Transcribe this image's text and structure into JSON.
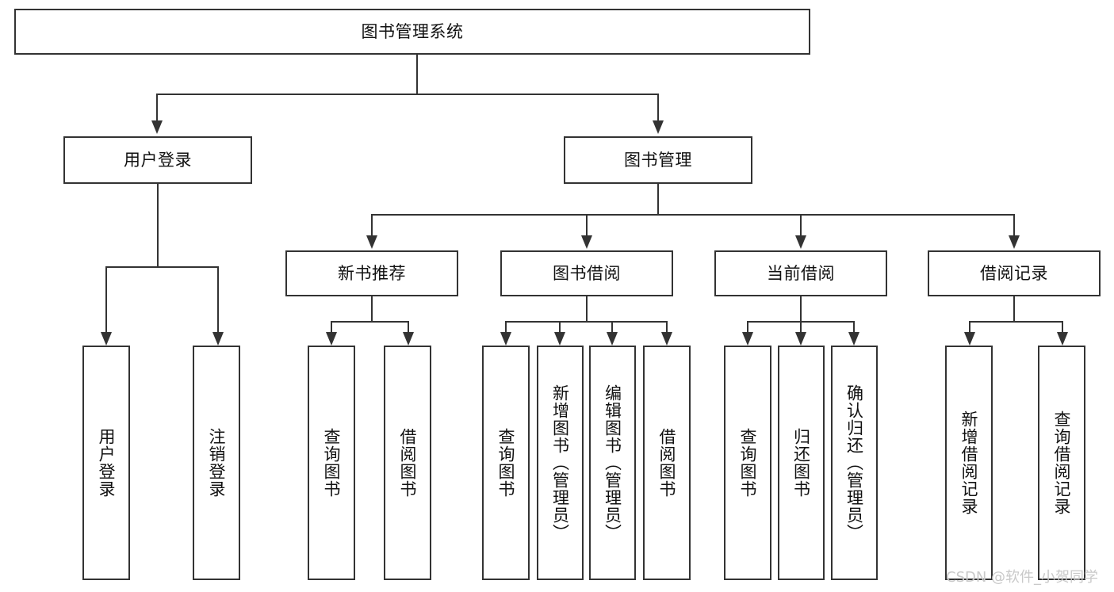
{
  "diagram": {
    "type": "hierarchy-tree",
    "title": "图书管理系统",
    "root": {
      "id": "root",
      "label": "图书管理系统"
    },
    "level2": [
      {
        "id": "user-login",
        "label": "用户登录"
      },
      {
        "id": "book-management",
        "label": "图书管理"
      }
    ],
    "level3": [
      {
        "id": "new-book-recommend",
        "label": "新书推荐",
        "parent": "book-management"
      },
      {
        "id": "book-borrow",
        "label": "图书借阅",
        "parent": "book-management"
      },
      {
        "id": "current-borrow",
        "label": "当前借阅",
        "parent": "book-management"
      },
      {
        "id": "borrow-record",
        "label": "借阅记录",
        "parent": "book-management"
      }
    ],
    "leaves": [
      {
        "id": "leaf-user-login",
        "label": "用户登录",
        "parent": "user-login"
      },
      {
        "id": "leaf-logout",
        "label": "注销登录",
        "parent": "user-login"
      },
      {
        "id": "leaf-query-book-1",
        "label": "查询图书",
        "parent": "new-book-recommend"
      },
      {
        "id": "leaf-borrow-book-1",
        "label": "借阅图书",
        "parent": "new-book-recommend"
      },
      {
        "id": "leaf-query-book-2",
        "label": "查询图书",
        "parent": "book-borrow"
      },
      {
        "id": "leaf-add-book",
        "label": "新增图书（管理员）",
        "parent": "book-borrow"
      },
      {
        "id": "leaf-edit-book",
        "label": "编辑图书（管理员）",
        "parent": "book-borrow"
      },
      {
        "id": "leaf-borrow-book-2",
        "label": "借阅图书",
        "parent": "book-borrow"
      },
      {
        "id": "leaf-query-book-3",
        "label": "查询图书",
        "parent": "current-borrow"
      },
      {
        "id": "leaf-return-book",
        "label": "归还图书",
        "parent": "current-borrow"
      },
      {
        "id": "leaf-confirm-return",
        "label": "确认归还（管理员）",
        "parent": "current-borrow"
      },
      {
        "id": "leaf-add-record",
        "label": "新增借阅记录",
        "parent": "borrow-record"
      },
      {
        "id": "leaf-query-record",
        "label": "查询借阅记录",
        "parent": "borrow-record"
      }
    ],
    "watermark": "CSDN @软件_小贺同学",
    "colors": {
      "stroke": "#333333",
      "fill": "#ffffff",
      "text": "#111111",
      "watermark": "#c9c9c9"
    }
  }
}
